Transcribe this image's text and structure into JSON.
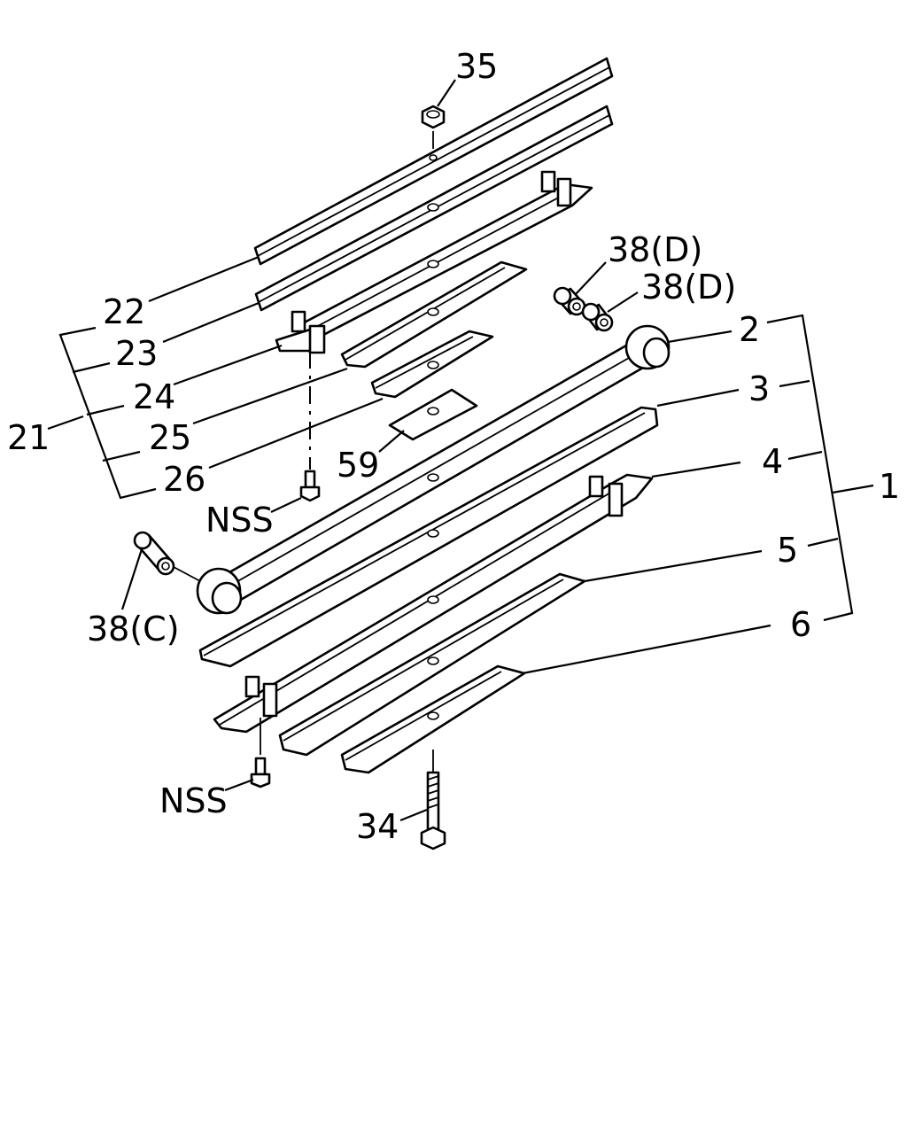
{
  "labels": {
    "l35": "35",
    "l38d_1": "38(D)",
    "l38d_2": "38(D)",
    "l2": "2",
    "l3": "3",
    "l4": "4",
    "l5": "5",
    "l6": "6",
    "l1": "1",
    "l22": "22",
    "l23": "23",
    "l24": "24",
    "l25": "25",
    "l26": "26",
    "l21": "21",
    "l59": "59",
    "nss_top": "NSS",
    "l38c": "38(C)",
    "nss_bottom": "NSS",
    "l34": "34"
  }
}
